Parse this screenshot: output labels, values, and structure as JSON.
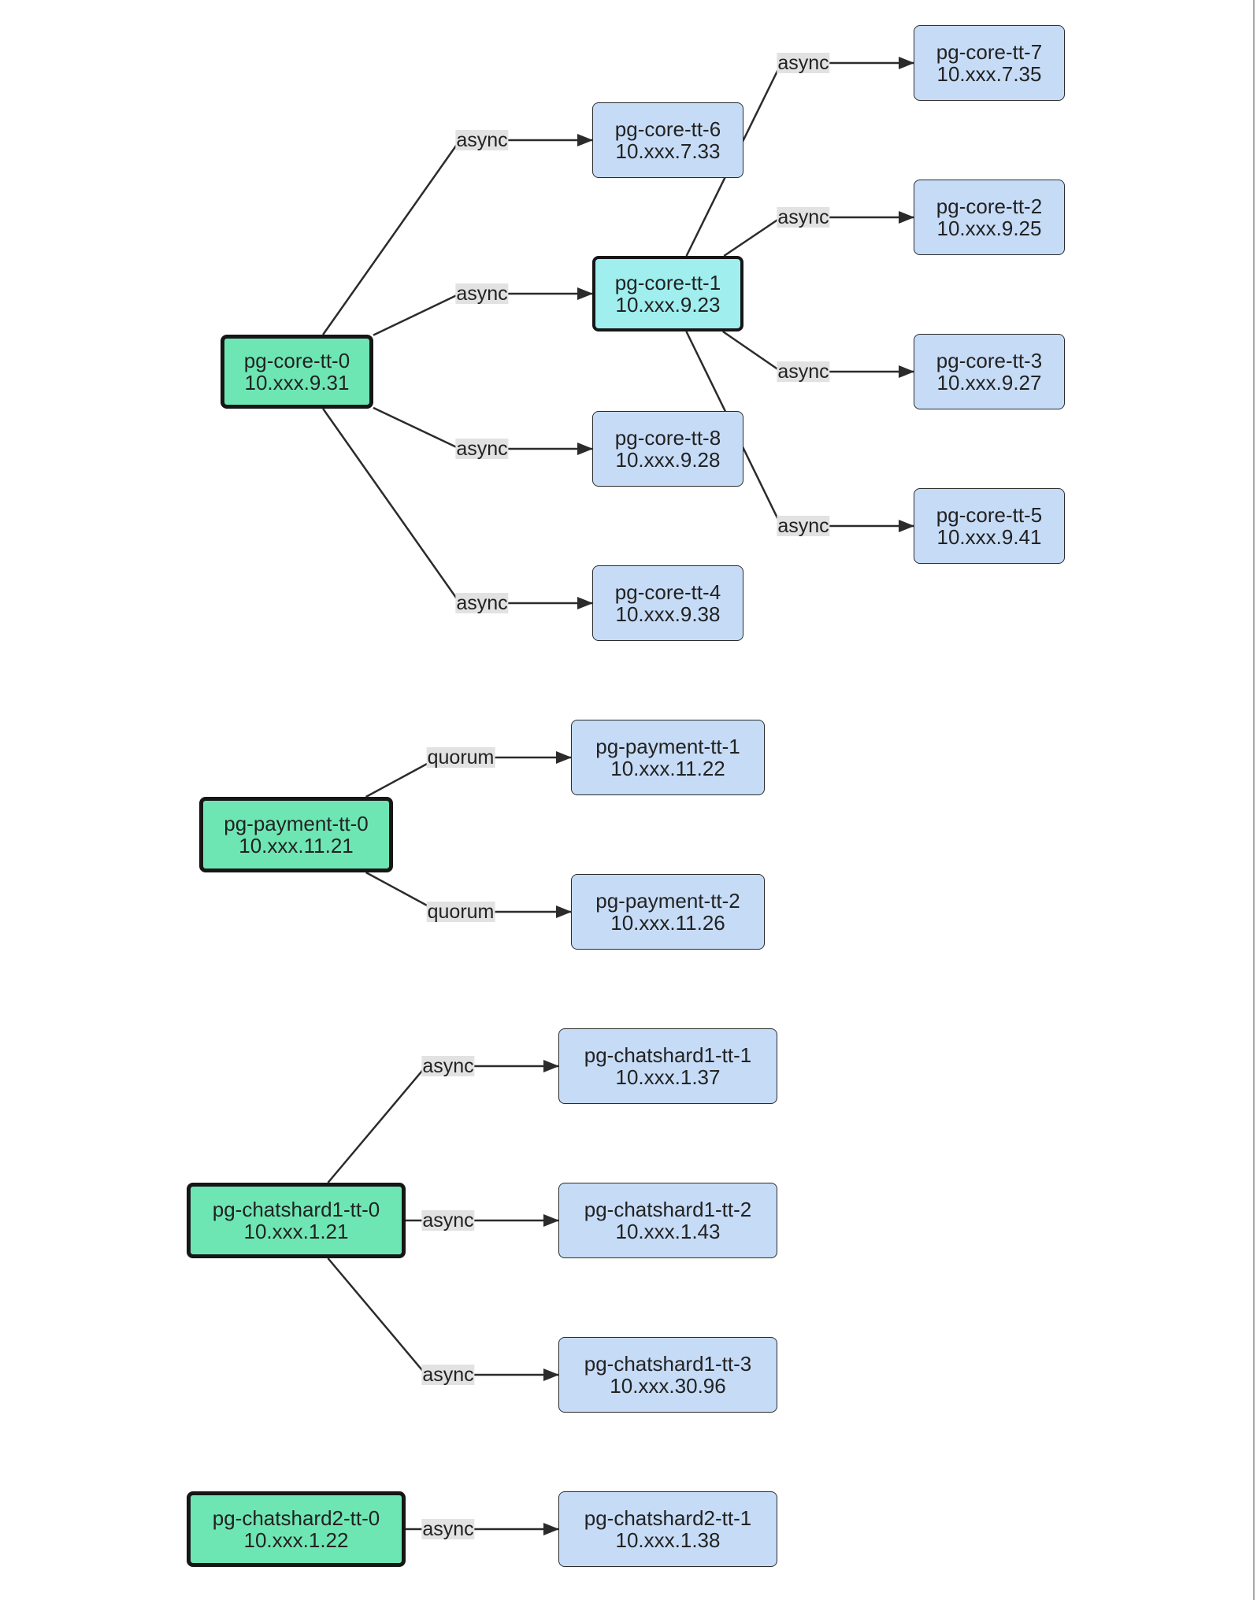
{
  "colors": {
    "primary_fill": "#6ee6b4",
    "cascade_fill": "#a0eeee",
    "replica_fill": "#c6dbf6",
    "edge": "#2b2b2b",
    "label_bg": "#e2e2e2"
  },
  "nodes": [
    {
      "id": "pg-core-tt-0",
      "name": "pg-core-tt-0",
      "ip": "10.xxx.9.31",
      "role": "primary"
    },
    {
      "id": "pg-core-tt-6",
      "name": "pg-core-tt-6",
      "ip": "10.xxx.7.33",
      "role": "replica"
    },
    {
      "id": "pg-core-tt-1",
      "name": "pg-core-tt-1",
      "ip": "10.xxx.9.23",
      "role": "cascade"
    },
    {
      "id": "pg-core-tt-8",
      "name": "pg-core-tt-8",
      "ip": "10.xxx.9.28",
      "role": "replica"
    },
    {
      "id": "pg-core-tt-4",
      "name": "pg-core-tt-4",
      "ip": "10.xxx.9.38",
      "role": "replica"
    },
    {
      "id": "pg-core-tt-7",
      "name": "pg-core-tt-7",
      "ip": "10.xxx.7.35",
      "role": "replica"
    },
    {
      "id": "pg-core-tt-2",
      "name": "pg-core-tt-2",
      "ip": "10.xxx.9.25",
      "role": "replica"
    },
    {
      "id": "pg-core-tt-3",
      "name": "pg-core-tt-3",
      "ip": "10.xxx.9.27",
      "role": "replica"
    },
    {
      "id": "pg-core-tt-5",
      "name": "pg-core-tt-5",
      "ip": "10.xxx.9.41",
      "role": "replica"
    },
    {
      "id": "pg-payment-tt-0",
      "name": "pg-payment-tt-0",
      "ip": "10.xxx.11.21",
      "role": "primary"
    },
    {
      "id": "pg-payment-tt-1",
      "name": "pg-payment-tt-1",
      "ip": "10.xxx.11.22",
      "role": "replica"
    },
    {
      "id": "pg-payment-tt-2",
      "name": "pg-payment-tt-2",
      "ip": "10.xxx.11.26",
      "role": "replica"
    },
    {
      "id": "pg-chatshard1-tt-0",
      "name": "pg-chatshard1-tt-0",
      "ip": "10.xxx.1.21",
      "role": "primary"
    },
    {
      "id": "pg-chatshard1-tt-1",
      "name": "pg-chatshard1-tt-1",
      "ip": "10.xxx.1.37",
      "role": "replica"
    },
    {
      "id": "pg-chatshard1-tt-2",
      "name": "pg-chatshard1-tt-2",
      "ip": "10.xxx.1.43",
      "role": "replica"
    },
    {
      "id": "pg-chatshard1-tt-3",
      "name": "pg-chatshard1-tt-3",
      "ip": "10.xxx.30.96",
      "role": "replica"
    },
    {
      "id": "pg-chatshard2-tt-0",
      "name": "pg-chatshard2-tt-0",
      "ip": "10.xxx.1.22",
      "role": "primary"
    },
    {
      "id": "pg-chatshard2-tt-1",
      "name": "pg-chatshard2-tt-1",
      "ip": "10.xxx.1.38",
      "role": "replica"
    }
  ],
  "edges": [
    {
      "from": "pg-core-tt-0",
      "to": "pg-core-tt-6",
      "label": "async"
    },
    {
      "from": "pg-core-tt-0",
      "to": "pg-core-tt-1",
      "label": "async"
    },
    {
      "from": "pg-core-tt-0",
      "to": "pg-core-tt-8",
      "label": "async"
    },
    {
      "from": "pg-core-tt-0",
      "to": "pg-core-tt-4",
      "label": "async"
    },
    {
      "from": "pg-core-tt-1",
      "to": "pg-core-tt-7",
      "label": "async"
    },
    {
      "from": "pg-core-tt-1",
      "to": "pg-core-tt-2",
      "label": "async"
    },
    {
      "from": "pg-core-tt-1",
      "to": "pg-core-tt-3",
      "label": "async"
    },
    {
      "from": "pg-core-tt-1",
      "to": "pg-core-tt-5",
      "label": "async"
    },
    {
      "from": "pg-payment-tt-0",
      "to": "pg-payment-tt-1",
      "label": "quorum"
    },
    {
      "from": "pg-payment-tt-0",
      "to": "pg-payment-tt-2",
      "label": "quorum"
    },
    {
      "from": "pg-chatshard1-tt-0",
      "to": "pg-chatshard1-tt-1",
      "label": "async"
    },
    {
      "from": "pg-chatshard1-tt-0",
      "to": "pg-chatshard1-tt-2",
      "label": "async"
    },
    {
      "from": "pg-chatshard1-tt-0",
      "to": "pg-chatshard1-tt-3",
      "label": "async"
    },
    {
      "from": "pg-chatshard2-tt-0",
      "to": "pg-chatshard2-tt-1",
      "label": "async"
    }
  ]
}
